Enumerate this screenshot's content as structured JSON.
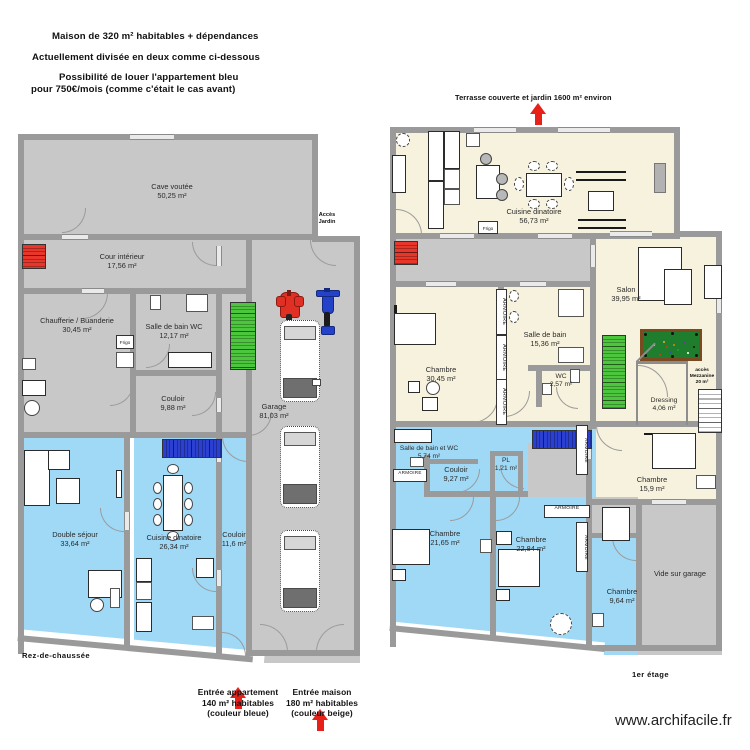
{
  "header": {
    "line1": "Maison de 320 m² habitables + dépendances",
    "line2": "Actuellement divisée en deux comme ci-dessous",
    "line3a": "Possibilité de louer l'appartement bleu",
    "line3b": "pour 750€/mois (comme c'était le cas avant)"
  },
  "annotations": {
    "terrasse": "Terrasse couverte et jardin 1600 m² environ",
    "acces_jardin": "Accès\nJardin",
    "acces_jardin_l1": "Accès",
    "acces_jardin_l2": "Jardin",
    "entree_appartement_l1": "Entrée appartement",
    "entree_appartement_l2": "140 m² habitables",
    "entree_appartement_l3": "(couleur bleue)",
    "entree_maison_l1": "Entrée maison",
    "entree_maison_l2": "180 m² habitables",
    "entree_maison_l3": "(couleur beige)",
    "mezzanine_l1": "accès",
    "mezzanine_l2": "Mezzanine",
    "mezzanine_l3": "20 m²",
    "armoire": "ARMOIRE",
    "frigo": "Frigo",
    "vide_sur_garage": "Vide sur garage"
  },
  "floors": {
    "ground": {
      "caption": "Rez-de-chaussée",
      "rooms": [
        {
          "name": "Cave voutée",
          "area": "50,25 m²"
        },
        {
          "name": "Cour intérieur",
          "area": "17,56 m²"
        },
        {
          "name": "Chaufferie / Buanderie",
          "area": "30,45 m²"
        },
        {
          "name": "Salle de bain WC",
          "area": "12,17 m²"
        },
        {
          "name": "Couloir",
          "area": "9,88 m²"
        },
        {
          "name": "Garage",
          "area": "81,03 m²"
        },
        {
          "name": "Double séjour",
          "area": "33,64 m²"
        },
        {
          "name": "Cuisine dinatoire",
          "area": "26,34 m²"
        },
        {
          "name": "Couloir",
          "area": "11,6 m²"
        }
      ]
    },
    "first": {
      "caption": "1er étage",
      "rooms": [
        {
          "name": "Cuisine dinatoire",
          "area": "56,73 m²"
        },
        {
          "name": "Salon",
          "area": "39,95 m²"
        },
        {
          "name": "Chambre",
          "area": "30,45 m²"
        },
        {
          "name": "Salle de bain",
          "area": "15,36 m²"
        },
        {
          "name": "WC",
          "area": "2,57 m²"
        },
        {
          "name": "Dressing",
          "area": "4,06 m²"
        },
        {
          "name": "Salle de bain et WC",
          "area": "5,74 m²"
        },
        {
          "name": "Couloir",
          "area": "9,27 m²"
        },
        {
          "name": "PL",
          "area": "1,21 m²"
        },
        {
          "name": "Chambre",
          "area": "15,9 m²"
        },
        {
          "name": "Chambre",
          "area": "21,65 m²"
        },
        {
          "name": "Chambre",
          "area": "22,84 m²"
        },
        {
          "name": "Chambre",
          "area": "9,64 m²"
        }
      ]
    }
  },
  "footer": {
    "watermark": "www.archifacile.fr"
  },
  "colors": {
    "blue_apartment": "#9fd9f6",
    "beige_house": "#f7f2dd",
    "grey_service": "#c8c8c8",
    "wall": "#9a9a9a",
    "arrow_red": "#e8201a",
    "stairs_green": "#4cc63c",
    "stairs_red": "#e8362a",
    "stairs_blue": "#2b3fd0"
  }
}
